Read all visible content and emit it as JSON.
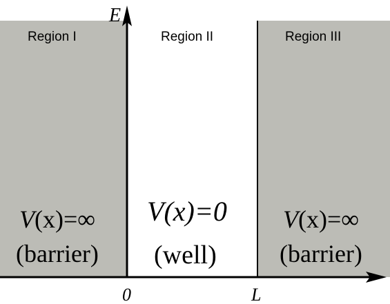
{
  "diagram": {
    "axis_labels": {
      "energy": "E",
      "origin": "0",
      "length": "L"
    },
    "regions": [
      {
        "label": "Region I",
        "potential_prefix": "V",
        "potential_arg": "(x)",
        "potential_value": "=∞",
        "description": "(barrier)"
      },
      {
        "label": "Region II",
        "potential_prefix": "V",
        "potential_arg": "(x)",
        "potential_value": "=0",
        "description": "(well)"
      },
      {
        "label": "Region III",
        "potential_prefix": "V",
        "potential_arg": "(x)",
        "potential_value": "=∞",
        "description": "(barrier)"
      }
    ],
    "colors": {
      "barrier_fill": "#bcbcb6",
      "axis": "#000000",
      "background": "#ffffff"
    }
  }
}
